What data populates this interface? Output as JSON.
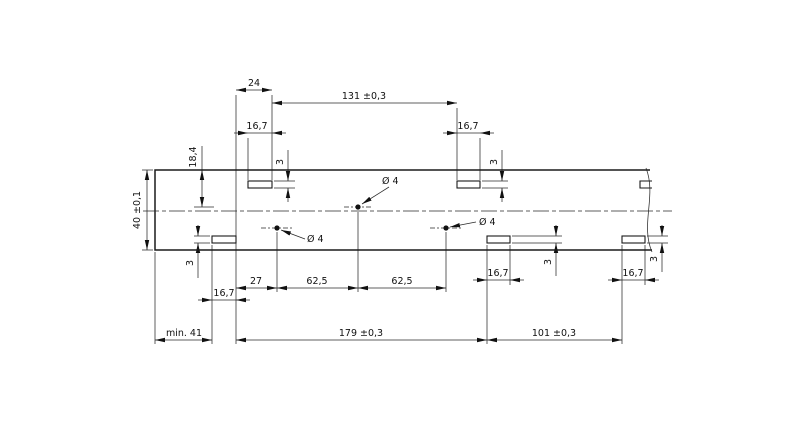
{
  "drawing": {
    "kind": "technical-dimension-drawing",
    "background": "#ffffff",
    "line_color": "#1a1a1a",
    "labels": {
      "dim_24": "24",
      "dim_131": "131 ±0,3",
      "slot_w_t1": "16,7",
      "slot_w_t2": "16,7",
      "slot_h_t1": "3",
      "slot_h_t2": "3",
      "hole_row_offset": "18,4",
      "strip_width": "40 ±0,1",
      "hole_dia_a": "Ø 4",
      "hole_dia_b": "Ø 4",
      "hole_dia_c": "Ø 4",
      "slot_h_b1": "3",
      "slot_w_b1": "16,7",
      "pitch_27": "27",
      "pitch_62_1": "62,5",
      "pitch_62_2": "62,5",
      "slot_w_b2": "16,7",
      "slot_h_b2": "3",
      "slot_w_b3": "16,7",
      "slot_h_b3": "3",
      "min_left_margin": "min. 41",
      "span_179": "179 ±0,3",
      "span_101": "101 ±0,3"
    }
  }
}
